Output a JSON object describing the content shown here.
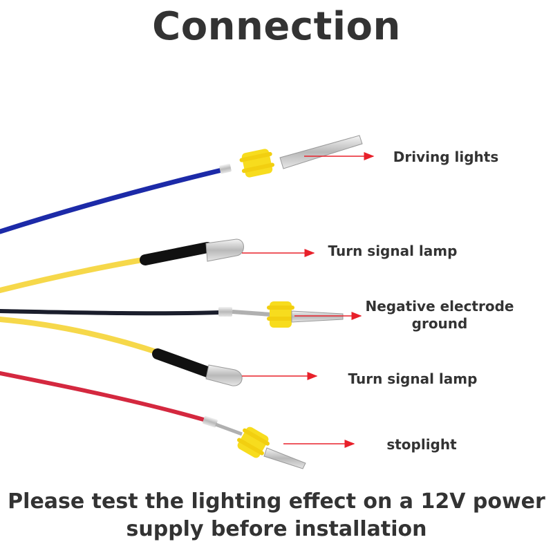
{
  "title": "Connection",
  "wires": [
    {
      "id": "blue",
      "color": "#1c2aa8",
      "label": "Driving lights"
    },
    {
      "id": "yellow-top",
      "color": "#f6d84a",
      "label": "Turn signal lamp"
    },
    {
      "id": "black",
      "color": "#1b1e2c",
      "label_line1": "Negative electrode",
      "label_line2": "ground"
    },
    {
      "id": "yellow-bottom",
      "color": "#f6d84a",
      "label": "Turn signal lamp"
    },
    {
      "id": "red",
      "color": "#d4283f",
      "label": "stoplight"
    }
  ],
  "colors": {
    "arrow": "#e8202a",
    "text": "#333333",
    "seal": "#f7dc1e",
    "heat_shrink": "#111111",
    "metal": "#c8c8c8"
  },
  "footer": {
    "line1": "Please test the lighting effect on a 12V power",
    "line2": "supply before installation"
  }
}
